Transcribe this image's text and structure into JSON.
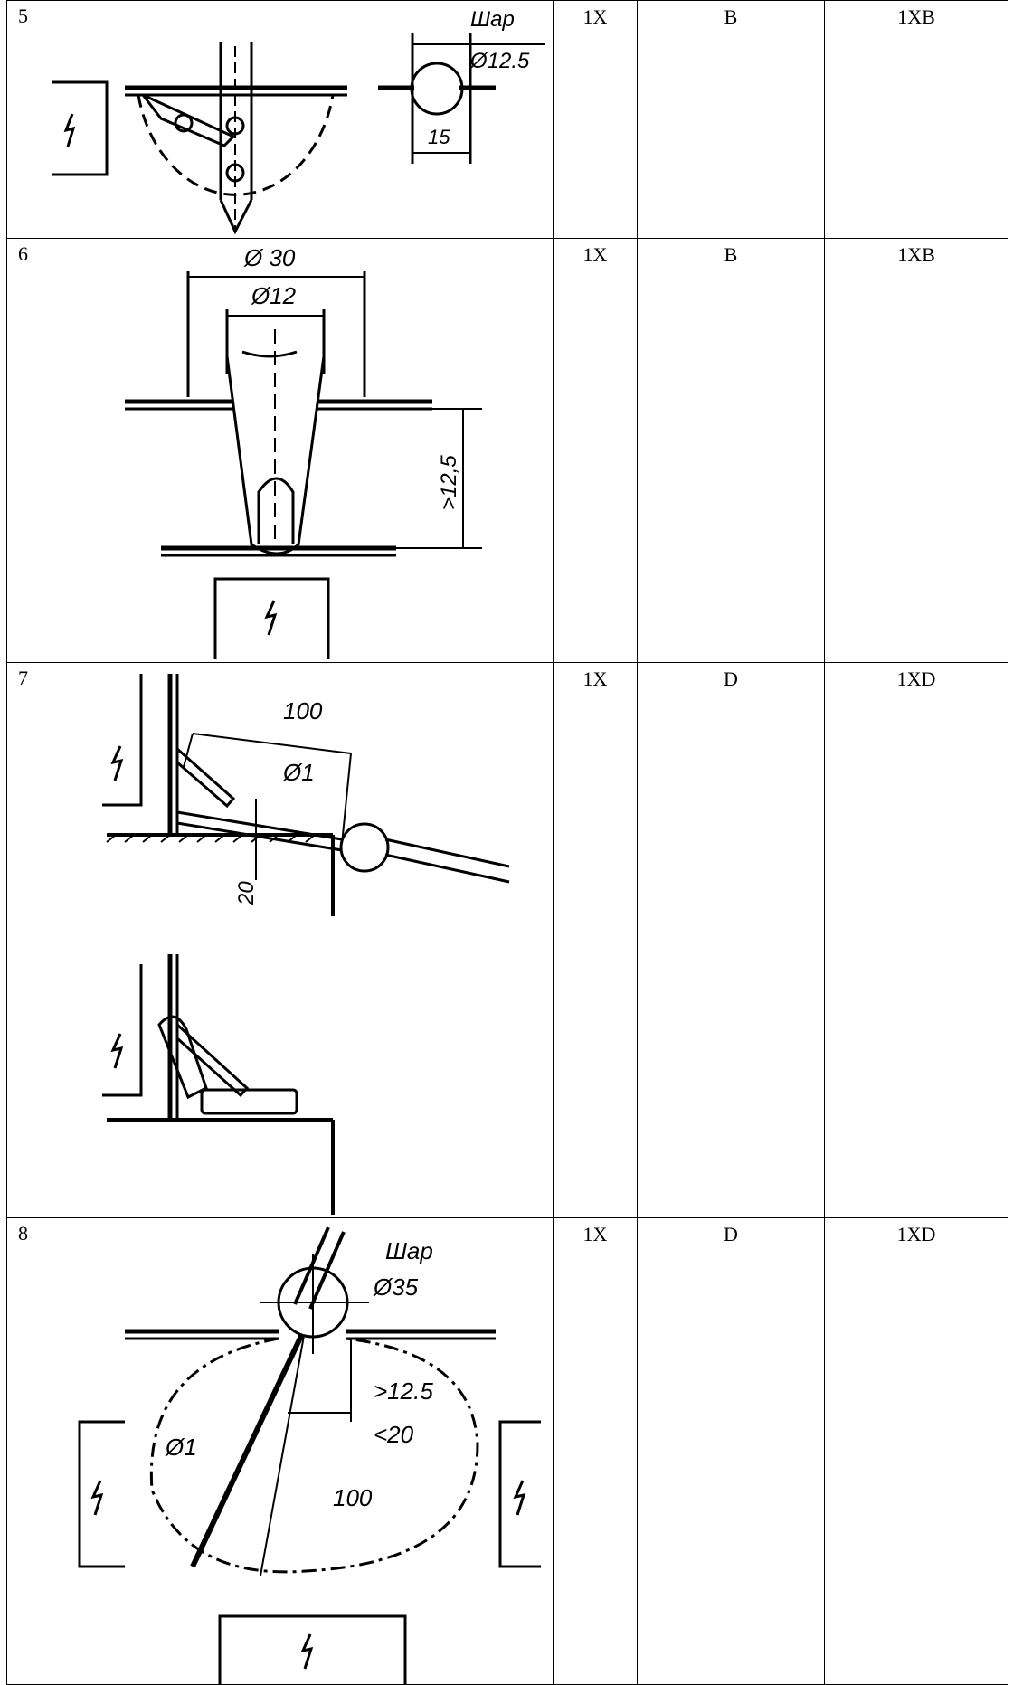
{
  "rows": [
    {
      "num": "5",
      "col2": "1X",
      "col3": "B",
      "col4": "1XB",
      "labels": {
        "shar": "Шар",
        "dia": "Ø12.5",
        "width": "15"
      }
    },
    {
      "num": "6",
      "col2": "1X",
      "col3": "B",
      "col4": "1XB",
      "labels": {
        "outer": "Ø 30",
        "inner": "Ø12",
        "depth": ">12,5"
      }
    },
    {
      "num": "7",
      "col2": "1X",
      "col3": "D",
      "col4": "1XD",
      "labels": {
        "length": "100",
        "dia": "Ø1",
        "gap": "20"
      }
    },
    {
      "num": "8",
      "col2": "1X",
      "col3": "D",
      "col4": "1XD",
      "labels": {
        "shar": "Шар",
        "dia": "Ø35",
        "min": ">12.5",
        "max": "<20",
        "wire": "Ø1",
        "length": "100"
      }
    }
  ]
}
